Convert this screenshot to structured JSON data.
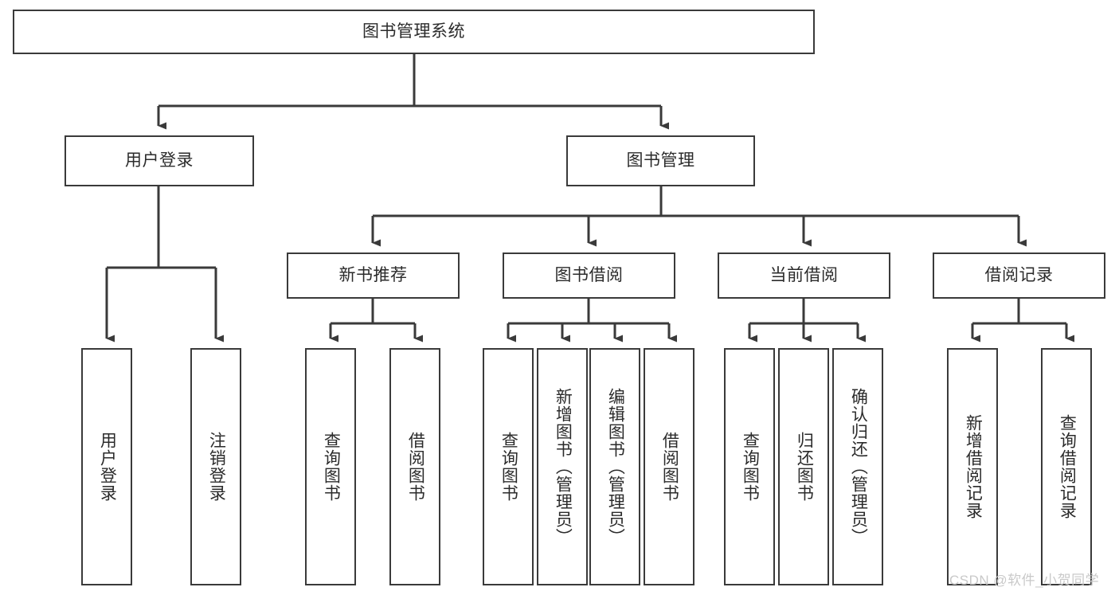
{
  "diagram": {
    "type": "tree-hierarchy",
    "title": "图书管理系统",
    "orientation": "top-down",
    "root": {
      "id": "root",
      "label": "图书管理系统",
      "level": 1
    },
    "level2": [
      {
        "id": "user-login",
        "label": "用户登录"
      },
      {
        "id": "book-manage",
        "label": "图书管理"
      }
    ],
    "level3": [
      {
        "id": "new-book-recommend",
        "label": "新书推荐",
        "parent": "book-manage"
      },
      {
        "id": "book-borrow",
        "label": "图书借阅",
        "parent": "book-manage"
      },
      {
        "id": "current-borrow",
        "label": "当前借阅",
        "parent": "book-manage"
      },
      {
        "id": "borrow-record",
        "label": "借阅记录",
        "parent": "book-manage"
      }
    ],
    "leaves": [
      {
        "id": "leaf-user-login",
        "label": "用户登录",
        "parent": "user-login"
      },
      {
        "id": "leaf-logout-login",
        "label": "注销登录",
        "parent": "user-login"
      },
      {
        "id": "leaf-query-book-1",
        "label": "查询图书",
        "parent": "new-book-recommend"
      },
      {
        "id": "leaf-borrow-book-1",
        "label": "借阅图书",
        "parent": "new-book-recommend"
      },
      {
        "id": "leaf-query-book-2",
        "label": "查询图书",
        "parent": "book-borrow"
      },
      {
        "id": "leaf-add-book",
        "label": "新增图书（管理员）",
        "parent": "book-borrow"
      },
      {
        "id": "leaf-edit-book",
        "label": "编辑图书（管理员）",
        "parent": "book-borrow"
      },
      {
        "id": "leaf-borrow-book-2",
        "label": "借阅图书",
        "parent": "book-borrow"
      },
      {
        "id": "leaf-query-book-3",
        "label": "查询图书",
        "parent": "current-borrow"
      },
      {
        "id": "leaf-return-book",
        "label": "归还图书",
        "parent": "current-borrow"
      },
      {
        "id": "leaf-confirm-return",
        "label": "确认归还（管理员）",
        "parent": "current-borrow"
      },
      {
        "id": "leaf-add-record",
        "label": "新增借阅记录",
        "parent": "borrow-record"
      },
      {
        "id": "leaf-query-record",
        "label": "查询借阅记录",
        "parent": "borrow-record"
      }
    ],
    "colors": {
      "border": "#3a3a3a",
      "text": "#2b2b2b",
      "connector": "#3a3a3a",
      "background": "#ffffff",
      "watermark": "#c9c9c9"
    }
  },
  "watermark": {
    "text": "CSDN @软件_小贺同学"
  }
}
